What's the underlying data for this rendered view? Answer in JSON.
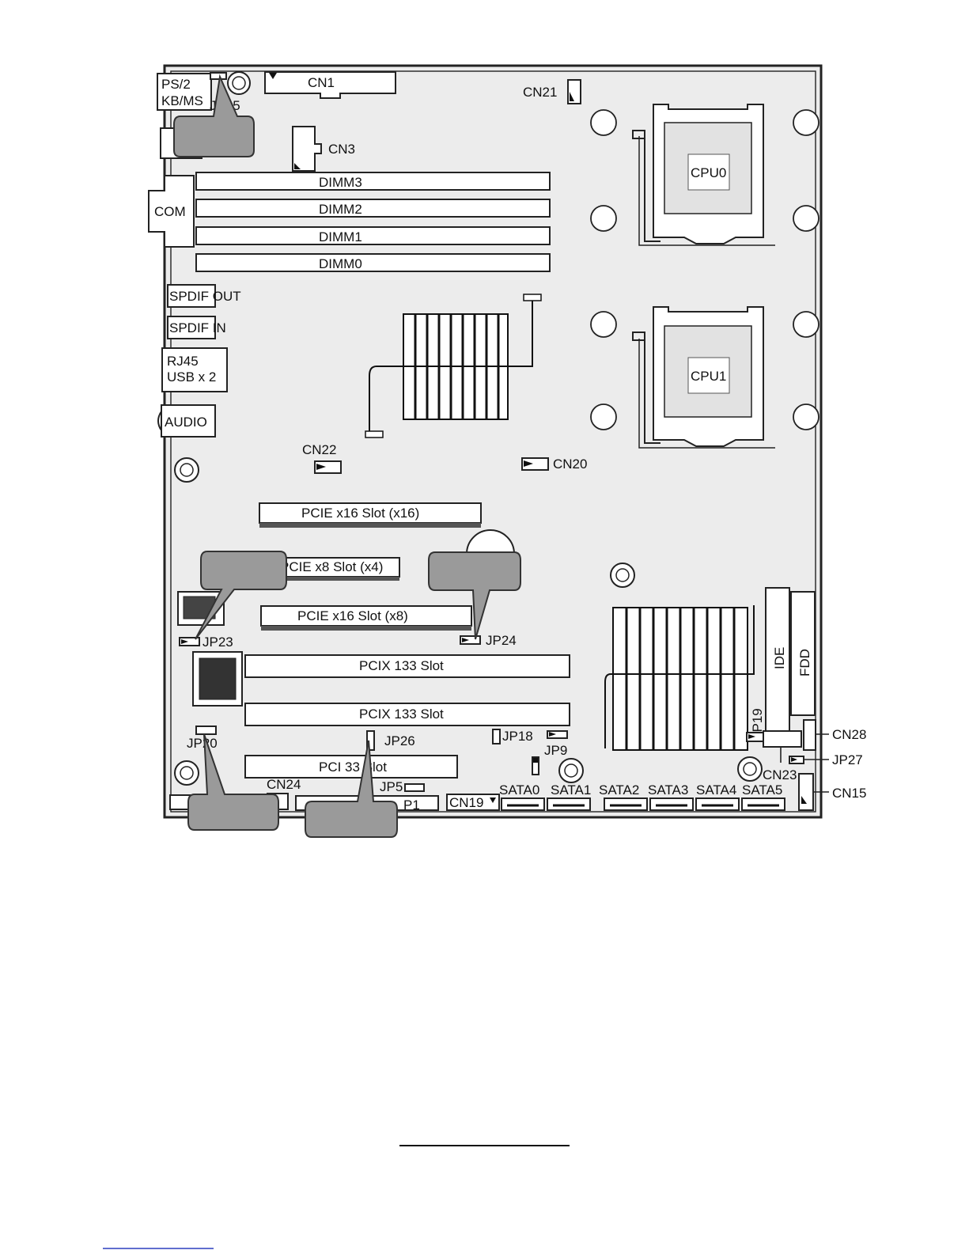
{
  "diagram": {
    "board_labels": {
      "ps2": [
        "PS/2",
        "KB/MS"
      ],
      "cn1": "CN1",
      "cn21": "CN21",
      "jp25": "JP25",
      "cn3": "CN3",
      "dimm3": "DIMM3",
      "dimm2": "DIMM2",
      "dimm1": "DIMM1",
      "dimm0": "DIMM0",
      "com": "COM",
      "cpu0": "CPU0",
      "cpu1": "CPU1",
      "spdif_out": "SPDIF OUT",
      "spdif_in": "SPDIF IN",
      "rj45": [
        "RJ45",
        "USB x 2"
      ],
      "audio": "AUDIO",
      "cn22": "CN22",
      "cn20": "CN20",
      "pcie_x16_a": "PCIE x16 Slot (x16)",
      "pcie_x8": "PCIE x8 Slot (x4)",
      "pcie_x16_b": "PCIE x16 Slot (x8)",
      "jp23": "JP23",
      "jp24": "JP24",
      "pcix_a": "PCIX 133 Slot",
      "pcix_b": "PCIX 133 Slot",
      "ide": "IDE",
      "fdd": "FDD",
      "jp19": "JP19",
      "cn28": "CN28",
      "jp27": "JP27",
      "cn23": "CN23",
      "cn15": "CN15",
      "jp20": "JP20",
      "jp26": "JP26",
      "jp18": "JP18",
      "jp9": "JP9",
      "pci33": "PCI 33 Slot",
      "cn24": "CN24",
      "jp5": "JP5",
      "p1": "P1",
      "cn19": "CN19",
      "sata0": "SATA0",
      "sata1": "SATA1",
      "sata2": "SATA2",
      "sata3": "SATA3",
      "sata4": "SATA4",
      "sata5": "SATA5"
    },
    "callout_color": "#9a9a9a",
    "board_color": "#ececec"
  }
}
